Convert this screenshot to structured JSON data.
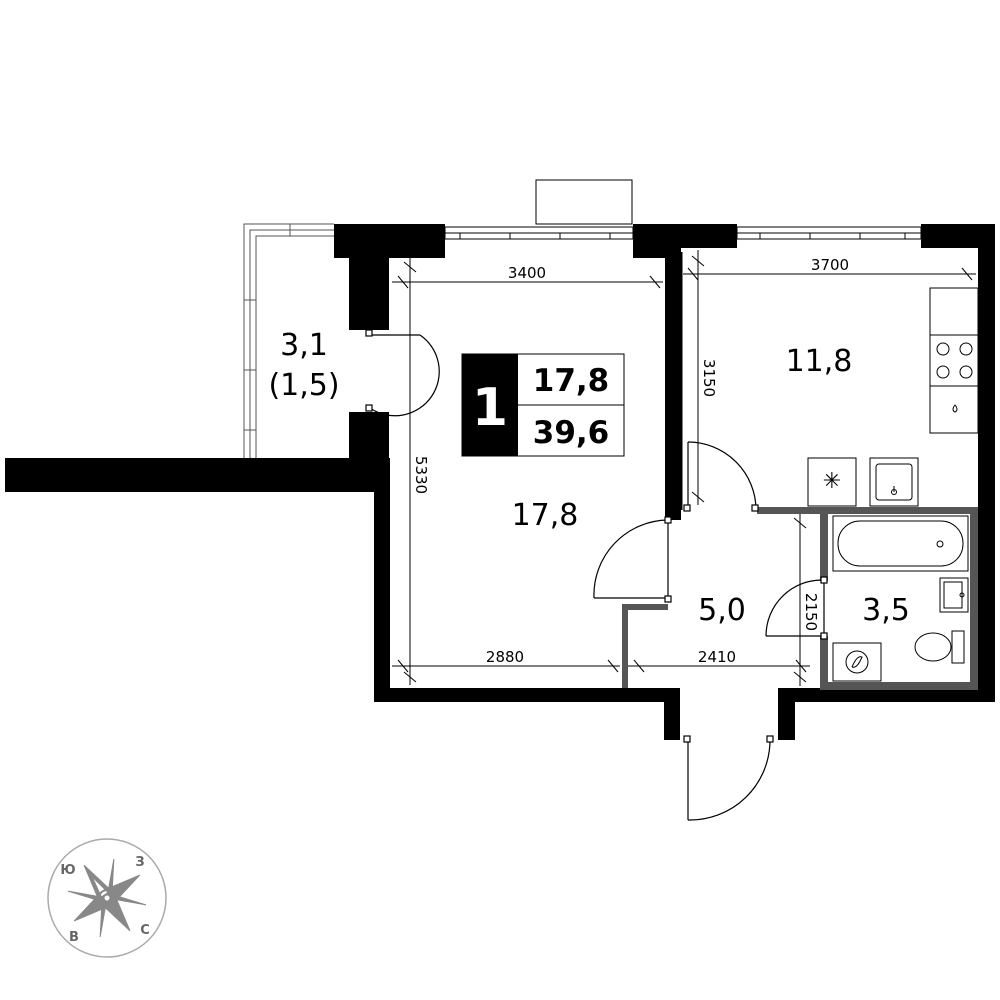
{
  "summary": {
    "rooms_count": "1",
    "living_area": "17,8",
    "total_area": "39,6"
  },
  "rooms": {
    "balcony_area": "3,1",
    "balcony_reduced_area": "(1,5)",
    "living_room_area": "17,8",
    "kitchen_area": "11,8",
    "hall_area": "5,0",
    "bathroom_area": "3,5"
  },
  "dimensions": {
    "living_width_top": "3400",
    "living_width_bottom": "2880",
    "living_depth": "5330",
    "kitchen_width": "3700",
    "kitchen_depth": "3150",
    "hall_width": "2410",
    "bathroom_depth": "2150"
  },
  "compass": {
    "north": "С",
    "south": "Ю",
    "east": "В",
    "west": "З"
  },
  "colors": {
    "wall": "#000000",
    "bathroom_wall": "#555555",
    "compass": "#888888"
  }
}
